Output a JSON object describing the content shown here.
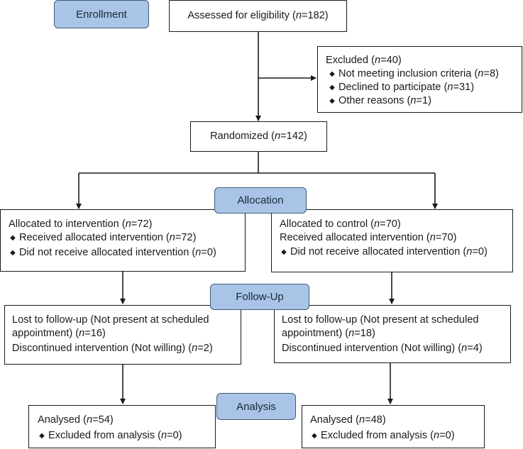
{
  "stages": {
    "enrollment": "Enrollment",
    "allocation": "Allocation",
    "follow_up": "Follow-Up",
    "analysis": "Analysis"
  },
  "bullet_glyph": "◆",
  "assessed": {
    "pre": "Assessed for eligibility (",
    "n": "n",
    "post": "=182)"
  },
  "excluded": {
    "title": {
      "pre": "Excluded (",
      "n": "n",
      "post": "=40)"
    },
    "items": [
      {
        "pre": "Not meeting inclusion criteria (",
        "n": "n",
        "post": "=8)"
      },
      {
        "pre": "Declined to participate (",
        "n": "n",
        "post": "=31)"
      },
      {
        "pre": "Other reasons (",
        "n": "n",
        "post": "=1)"
      }
    ]
  },
  "randomized": {
    "pre": "Randomized (",
    "n": "n",
    "post": "=142)"
  },
  "alloc_intervention": {
    "title": {
      "pre": "Allocated to intervention (",
      "n": "n",
      "post": "=72)"
    },
    "items": [
      {
        "pre": "Received allocated intervention (",
        "n": "n",
        "post": "=72)"
      },
      {
        "pre": "Did not receive allocated intervention (",
        "n": "n",
        "post": "=0)"
      }
    ]
  },
  "alloc_control": {
    "title": {
      "pre": "Allocated to control (",
      "n": "n",
      "post": "=70)"
    },
    "received": {
      "pre": "Received allocated intervention (",
      "n": "n",
      "post": "=70)"
    },
    "not_received": {
      "pre": "Did not receive allocated intervention (",
      "n": "n",
      "post": "=0)"
    }
  },
  "followup_intervention": {
    "line1": "Lost to follow-up (Not present at scheduled",
    "line2": {
      "pre": "appointment) (",
      "n": "n",
      "post": "=16)"
    },
    "line3": {
      "pre": "Discontinued intervention (Not willing) (",
      "n": "n",
      "post": "=2)"
    }
  },
  "followup_control": {
    "line1": "Lost to follow-up (Not present at scheduled",
    "line2": {
      "pre": "appointment) (",
      "n": "n",
      "post": "=18)"
    },
    "line3": {
      "pre": "Discontinued intervention (Not willing) (",
      "n": "n",
      "post": "=4)"
    }
  },
  "analysis_intervention": {
    "title": {
      "pre": "Analysed (",
      "n": "n",
      "post": "=54)"
    },
    "item": {
      "pre": "Excluded from analysis (",
      "n": "n",
      "post": "=0)"
    }
  },
  "analysis_control": {
    "title": {
      "pre": "Analysed (",
      "n": "n",
      "post": "=48)"
    },
    "item": {
      "pre": "Excluded from analysis (",
      "n": "n",
      "post": "=0)"
    }
  },
  "colors": {
    "stage_fill": "#a9c4e6",
    "stage_border": "#3f5a7a",
    "line": "#1a1a1a"
  }
}
